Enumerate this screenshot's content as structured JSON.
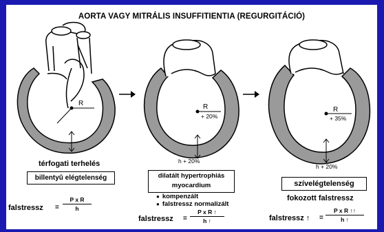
{
  "title": "AORTA VAGY MITRÁLIS INSUFFITIENTIA (REGURGITÁCIÓ)",
  "panels": [
    {
      "radius_label": "R",
      "caption": "térfogati terhelés",
      "box_label": "billentyû elégtelenség",
      "formula": {
        "label": "falstressz",
        "eq": "=",
        "numerator": "P  x R",
        "denominator": "h"
      }
    },
    {
      "radius_label": "R",
      "radius_change": "+ 20%",
      "thickness_change": "h + 20%",
      "box_label_line1": "dilatált hypertrophiás",
      "box_label_line2": "myocardium",
      "bullets": [
        "kompenzált",
        "falstressz normalizált"
      ],
      "formula": {
        "label": "falstressz",
        "eq": "=",
        "numerator": "P  x R ↑",
        "denominator": "h ↑"
      }
    },
    {
      "radius_label": "R",
      "radius_change": "+ 35%",
      "thickness_change": "h + 20%",
      "box_label": "szívelégtelenség",
      "caption": "fokozott falstressz",
      "formula": {
        "label": "falstressz ↑",
        "eq": "=",
        "numerator": "P  x R ↑↑",
        "denominator": "h ↑"
      }
    }
  ]
}
